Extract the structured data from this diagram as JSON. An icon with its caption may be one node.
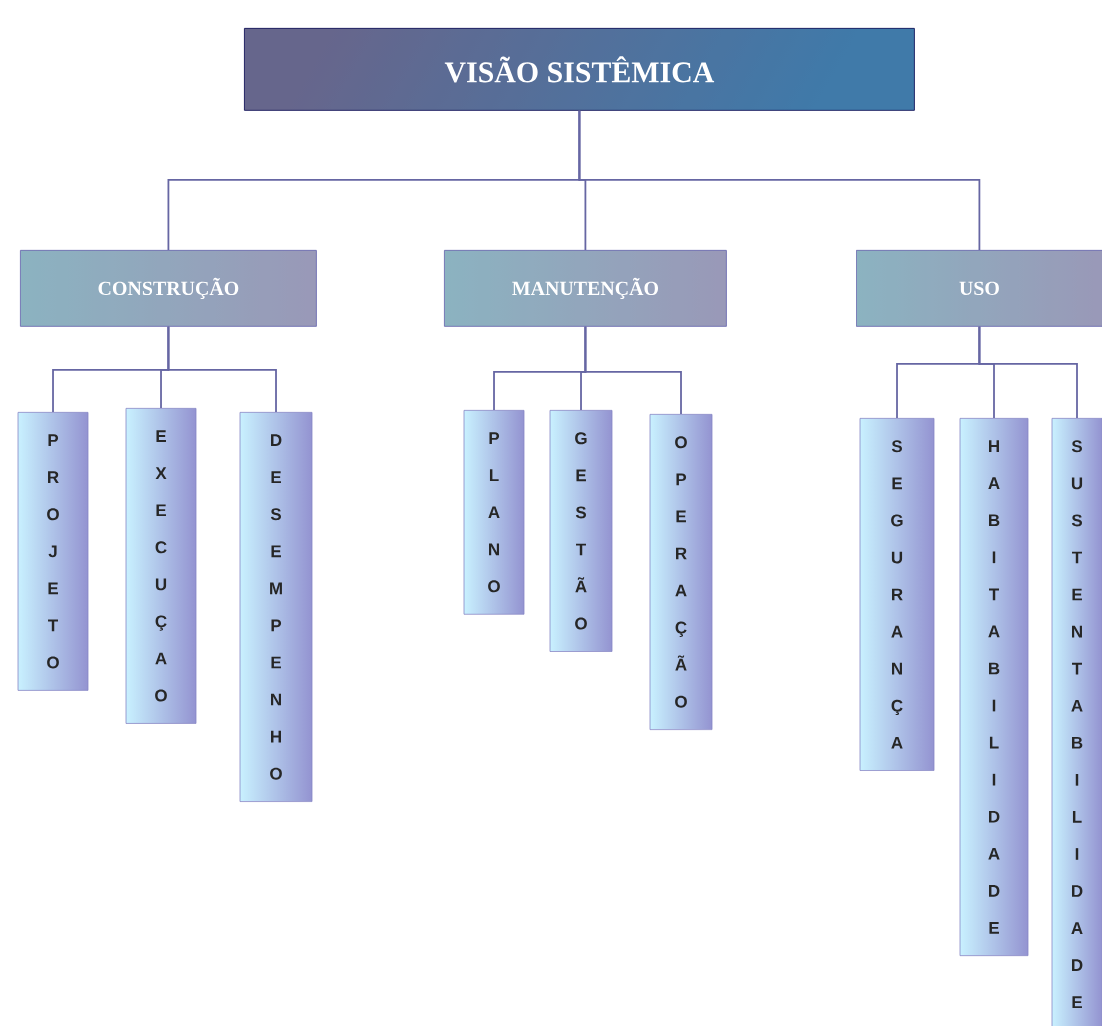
{
  "diagram": {
    "nodes": [
      {
        "text": [
          "VISÃO SISTÊMICA"
        ]
      },
      {
        "text": [
          "CONSTRUÇÃO"
        ]
      },
      {
        "text": [
          "MANUTENÇÃO"
        ]
      },
      {
        "text": [
          "USO"
        ]
      },
      {
        "text": [
          "PROJETO"
        ]
      },
      {
        "text": [
          "EXECUÇAO"
        ]
      },
      {
        "text": [
          "DESEMPENHO"
        ]
      },
      {
        "text": [
          "PLANO"
        ]
      },
      {
        "text": [
          "GESTÃO"
        ]
      },
      {
        "text": [
          "OPERAÇÃO"
        ]
      },
      {
        "text": [
          "SEGURANÇA"
        ]
      },
      {
        "text": [
          "HABITABILIDADE"
        ]
      },
      {
        "text": [
          "SUSTENTABILIDADE"
        ]
      }
    ],
    "edges": [
      {
        "from": 0,
        "to": 1,
        "arrow": "none"
      },
      {
        "from": 0,
        "to": 2,
        "arrow": "none"
      },
      {
        "from": 0,
        "to": 3,
        "arrow": "none"
      },
      {
        "from": 1,
        "to": 4,
        "arrow": "none"
      },
      {
        "from": 1,
        "to": 5,
        "arrow": "none"
      },
      {
        "from": 1,
        "to": 6,
        "arrow": "none"
      },
      {
        "from": 2,
        "to": 7,
        "arrow": "none"
      },
      {
        "from": 2,
        "to": 8,
        "arrow": "none"
      },
      {
        "from": 2,
        "to": 9,
        "arrow": "none"
      },
      {
        "from": 3,
        "to": 10,
        "arrow": "none"
      },
      {
        "from": 3,
        "to": 11,
        "arrow": "none"
      },
      {
        "from": 3,
        "to": 12,
        "arrow": "none"
      }
    ]
  }
}
